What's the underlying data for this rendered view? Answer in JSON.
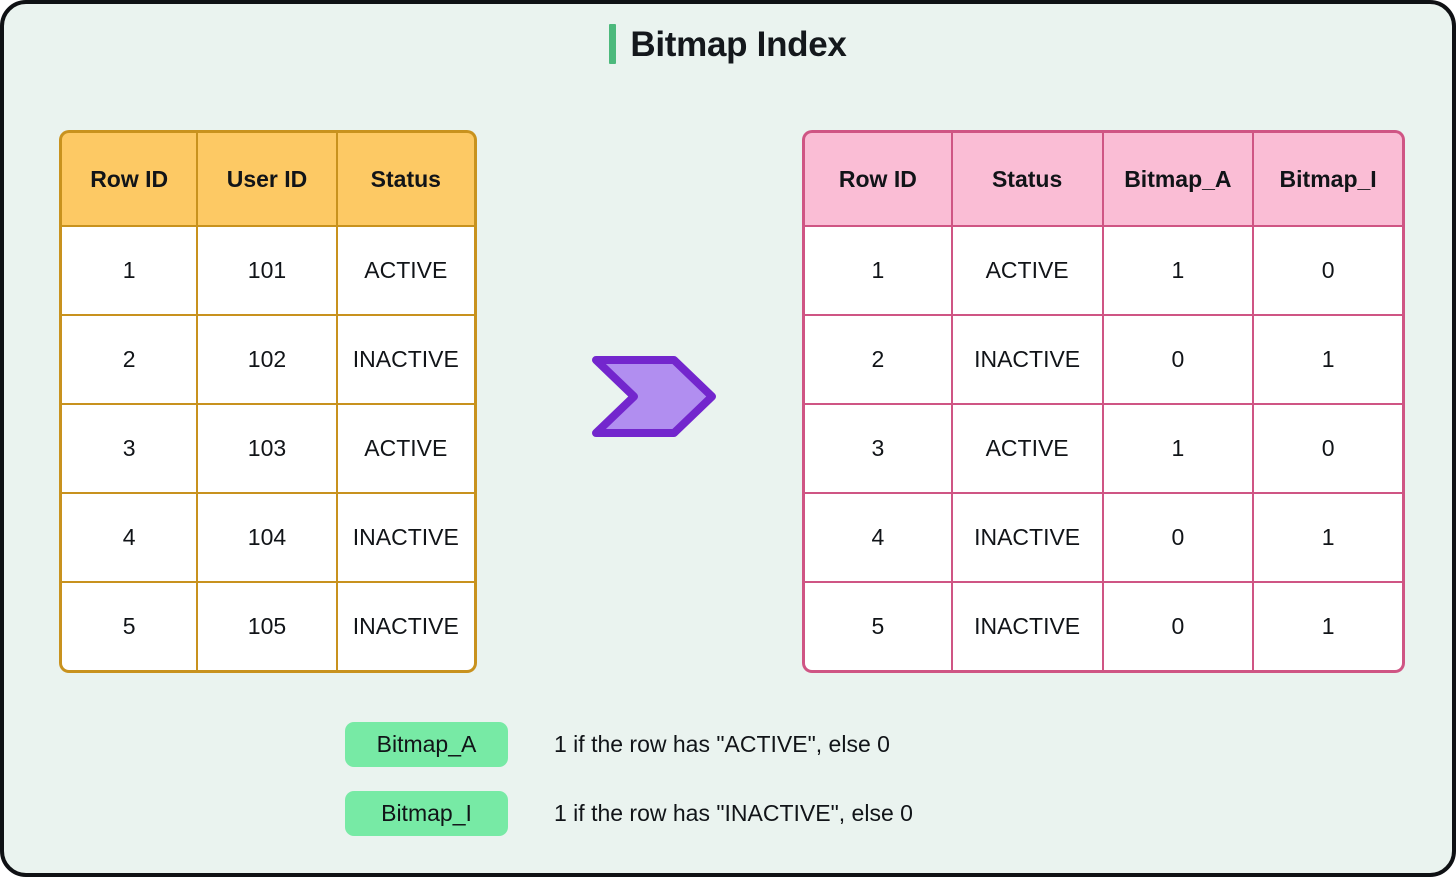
{
  "header": {
    "title": "Bitmap Index",
    "accent_color": "#4cb97c"
  },
  "colors": {
    "background": "#eaf3ef",
    "frame_border": "#0f1114",
    "source_header_bg": "#fdc964",
    "source_border": "#c8921e",
    "bitmap_header_bg": "#fabdd5",
    "bitmap_border": "#cf5584",
    "arrow_fill": "#b18ef0",
    "arrow_stroke": "#7326cd",
    "badge_bg": "#77eaa5"
  },
  "chart_data": {
    "type": "table",
    "title": "Bitmap Index",
    "tables": [
      {
        "name": "source-table",
        "columns": [
          "Row ID",
          "User ID",
          "Status"
        ],
        "rows": [
          [
            "1",
            "101",
            "ACTIVE"
          ],
          [
            "2",
            "102",
            "INACTIVE"
          ],
          [
            "3",
            "103",
            "ACTIVE"
          ],
          [
            "4",
            "104",
            "INACTIVE"
          ],
          [
            "5",
            "105",
            "INACTIVE"
          ]
        ]
      },
      {
        "name": "bitmap-table",
        "columns": [
          "Row ID",
          "Status",
          "Bitmap_A",
          "Bitmap_I"
        ],
        "rows": [
          [
            "1",
            "ACTIVE",
            "1",
            "0"
          ],
          [
            "2",
            "INACTIVE",
            "0",
            "1"
          ],
          [
            "3",
            "ACTIVE",
            "1",
            "0"
          ],
          [
            "4",
            "INACTIVE",
            "0",
            "1"
          ],
          [
            "5",
            "INACTIVE",
            "0",
            "1"
          ]
        ]
      }
    ]
  },
  "source_table": {
    "columns": [
      "Row ID",
      "User ID",
      "Status"
    ],
    "rows": [
      [
        "1",
        "101",
        "ACTIVE"
      ],
      [
        "2",
        "102",
        "INACTIVE"
      ],
      [
        "3",
        "103",
        "ACTIVE"
      ],
      [
        "4",
        "104",
        "INACTIVE"
      ],
      [
        "5",
        "105",
        "INACTIVE"
      ]
    ]
  },
  "bitmap_table": {
    "columns": [
      "Row ID",
      "Status",
      "Bitmap_A",
      "Bitmap_I"
    ],
    "rows": [
      [
        "1",
        "ACTIVE",
        "1",
        "0"
      ],
      [
        "2",
        "INACTIVE",
        "0",
        "1"
      ],
      [
        "3",
        "ACTIVE",
        "1",
        "0"
      ],
      [
        "4",
        "INACTIVE",
        "0",
        "1"
      ],
      [
        "5",
        "INACTIVE",
        "0",
        "1"
      ]
    ]
  },
  "arrow": {
    "icon": "chevron-right-arrow"
  },
  "legend": {
    "items": [
      {
        "badge": "Bitmap_A",
        "description": "1 if the row has \"ACTIVE\", else 0"
      },
      {
        "badge": "Bitmap_I",
        "description": "1 if the row has \"INACTIVE\", else 0"
      }
    ]
  }
}
